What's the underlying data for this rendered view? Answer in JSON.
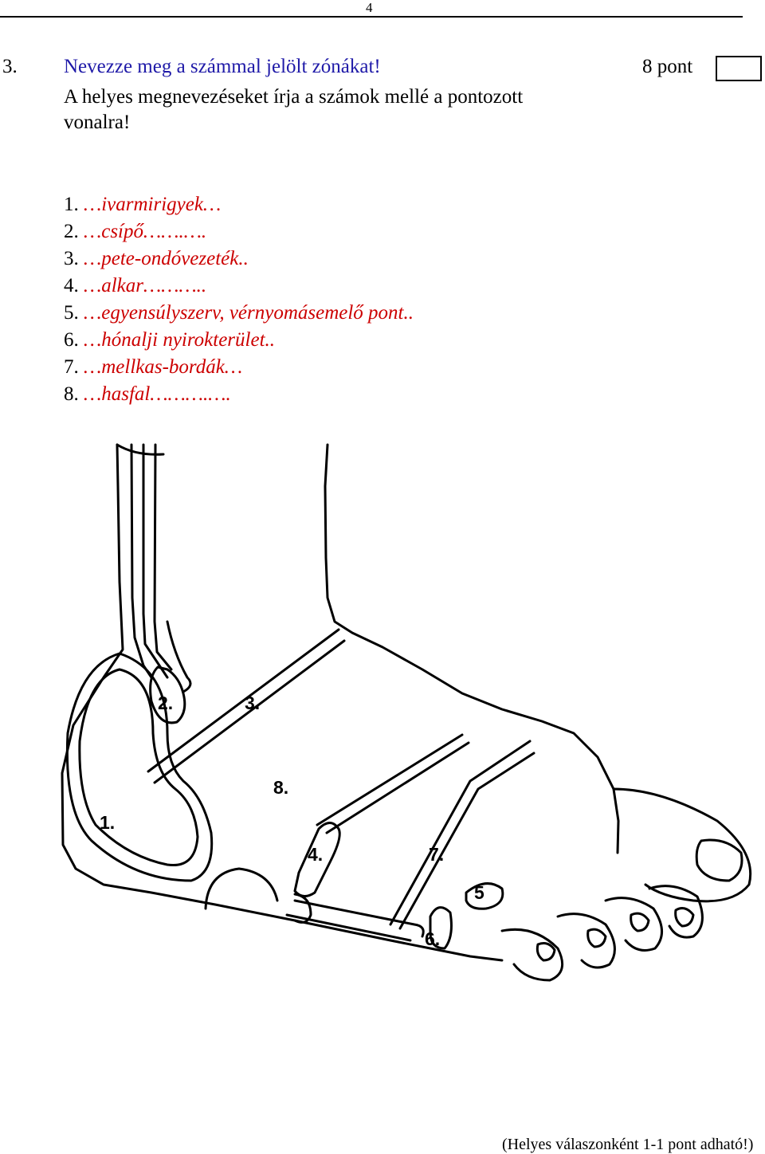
{
  "page": {
    "number": "4"
  },
  "question": {
    "number": "3.",
    "title": "Nevezze meg a számmal jelölt zónákat!",
    "points": "8 pont",
    "instruction": "A helyes megnevezéseket írja a számok mellé a pontozott vonalra!"
  },
  "answers": [
    {
      "num": "1.",
      "text": "…ivarmirigyek…"
    },
    {
      "num": "2.",
      "text": "…csípő…….…."
    },
    {
      "num": "3.",
      "text": "…pete-ondóvezeték.."
    },
    {
      "num": "4.",
      "text": "…alkar……….."
    },
    {
      "num": "5.",
      "text": "…egyensúlyszerv, vérnyomásemelő pont.."
    },
    {
      "num": "6.",
      "text": "…hónalji nyirokterület.."
    },
    {
      "num": "7.",
      "text": "…mellkas-bordák…"
    },
    {
      "num": "8.",
      "text": "…hasfal……….…."
    }
  ],
  "figure": {
    "labels": [
      "1.",
      "2.",
      "3.",
      "4.",
      "5",
      "6.",
      "7.",
      "8."
    ]
  },
  "footnote": "(Helyes válaszonként 1-1 pont adható!)"
}
